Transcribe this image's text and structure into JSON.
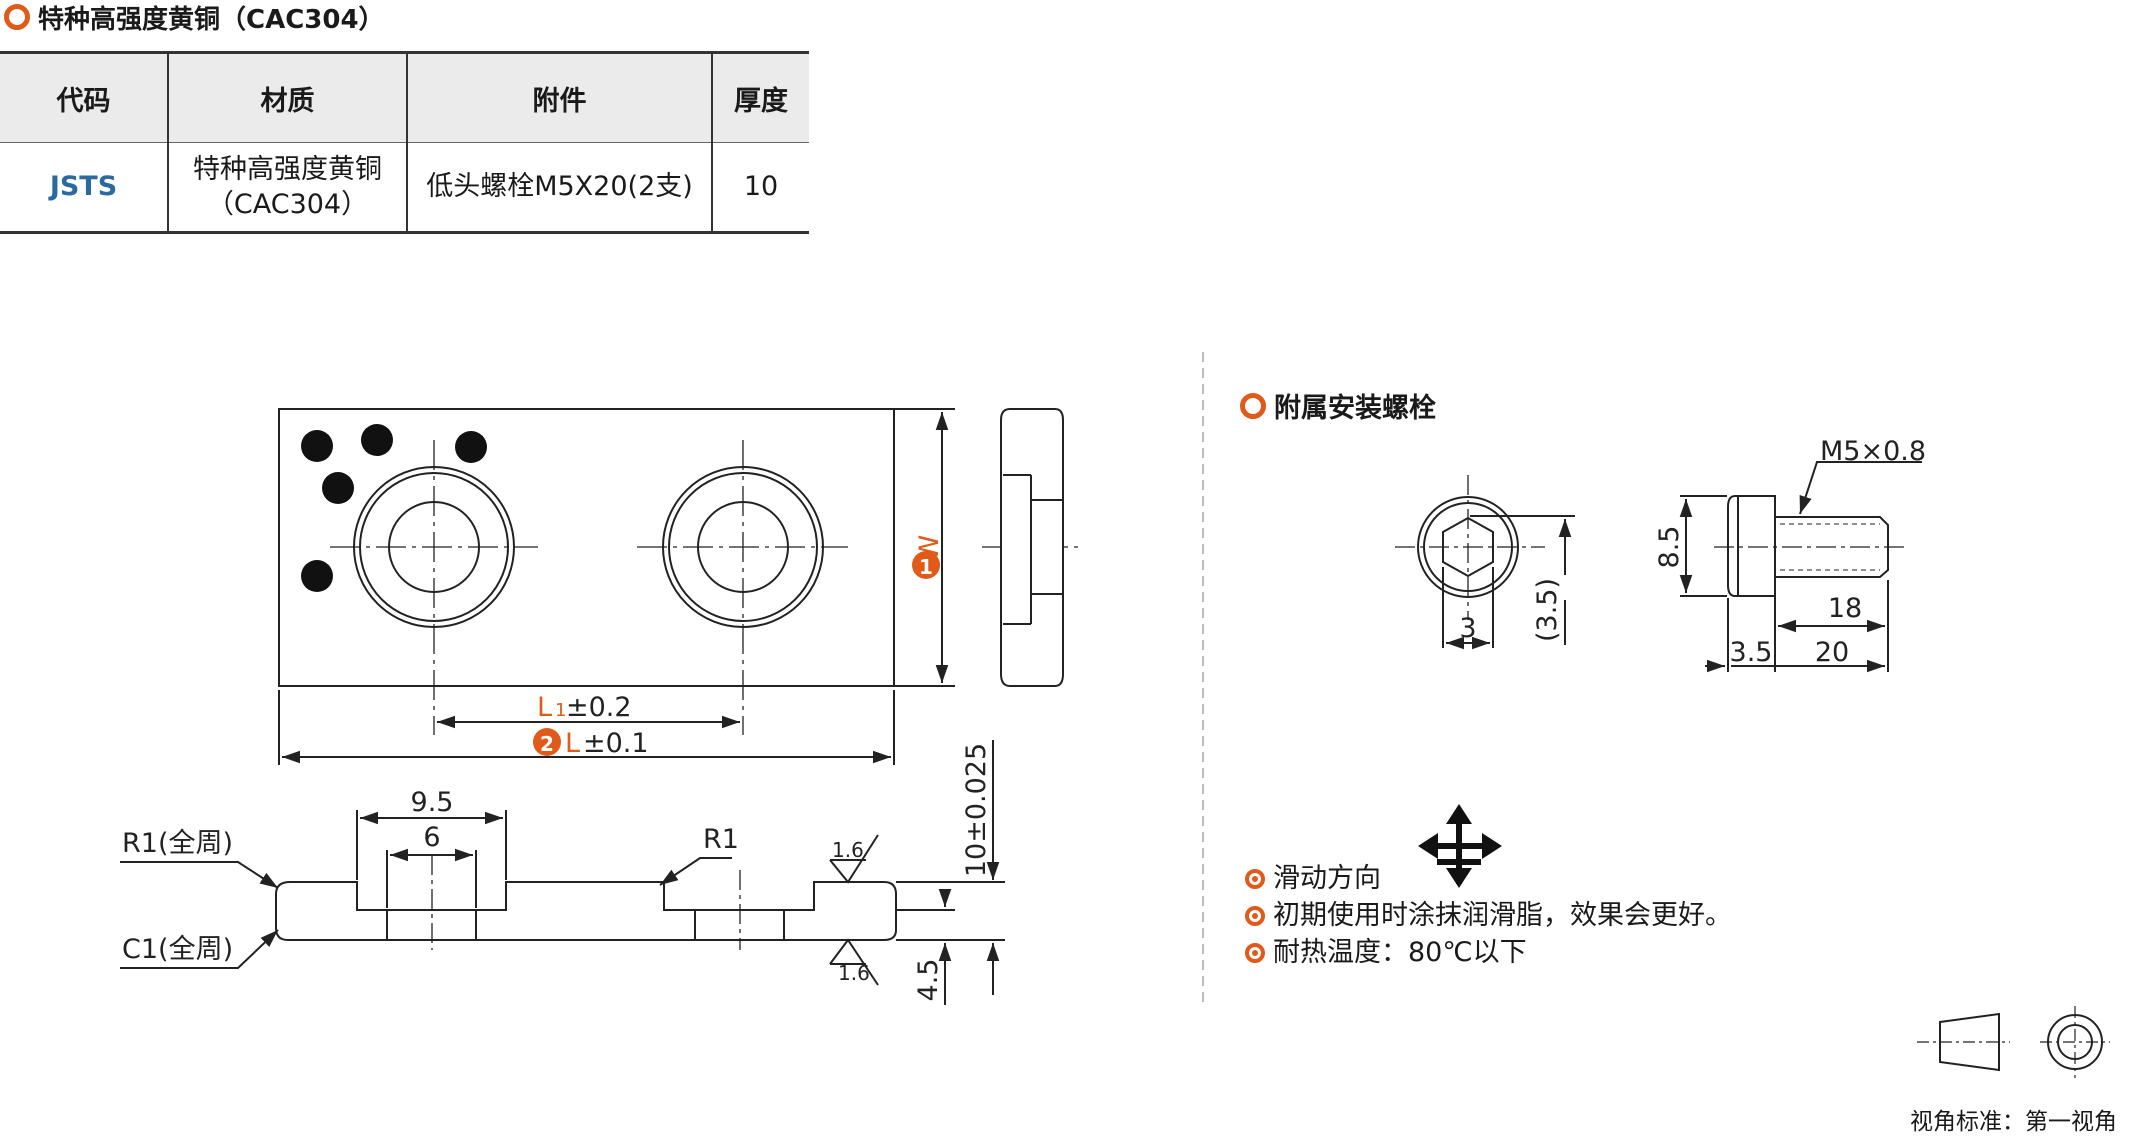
{
  "title": "特种高强度黄铜（CAC304）",
  "table": {
    "headers": [
      "代码",
      "材质",
      "附件",
      "厚度"
    ],
    "row": {
      "code": "JSTS",
      "material_line1": "特种高强度黄铜",
      "material_line2": "（CAC304）",
      "accessory": "低头螺栓M5X20(2支)",
      "thickness": "10"
    }
  },
  "drawing": {
    "label_w": "W",
    "label_l1": "L",
    "label_l1_sub": "1",
    "tol_l1": "±0.2",
    "label_l": "L",
    "tol_l": "±0.1",
    "badge_1": "1",
    "badge_2": "2",
    "dim_9_5": "9.5",
    "dim_6": "6",
    "r1_full": "R1(全周)",
    "c1_full": "C1(全周)",
    "r1": "R1",
    "rough_top": "1.6",
    "rough_bottom": "1.6",
    "thickness_dim": "10±0.025",
    "dim_4_5": "4.5"
  },
  "bolt": {
    "section_title": "附属安装螺栓",
    "thread": "M5×0.8",
    "dim_3": "3",
    "dim_3_5_paren": "(3.5)",
    "dim_8_5": "8.5",
    "dim_18": "18",
    "dim_3_5": "3.5",
    "dim_20": "20"
  },
  "notes": [
    "滑动方向",
    "初期使用时涂抹润滑脂，效果会更好。",
    "耐热温度：80℃以下"
  ],
  "projection_label": "视角标准：第一视角",
  "colors": {
    "accent": "#e05a1a",
    "code_blue": "#2a6aa0",
    "header_bg": "#ebebeb"
  }
}
